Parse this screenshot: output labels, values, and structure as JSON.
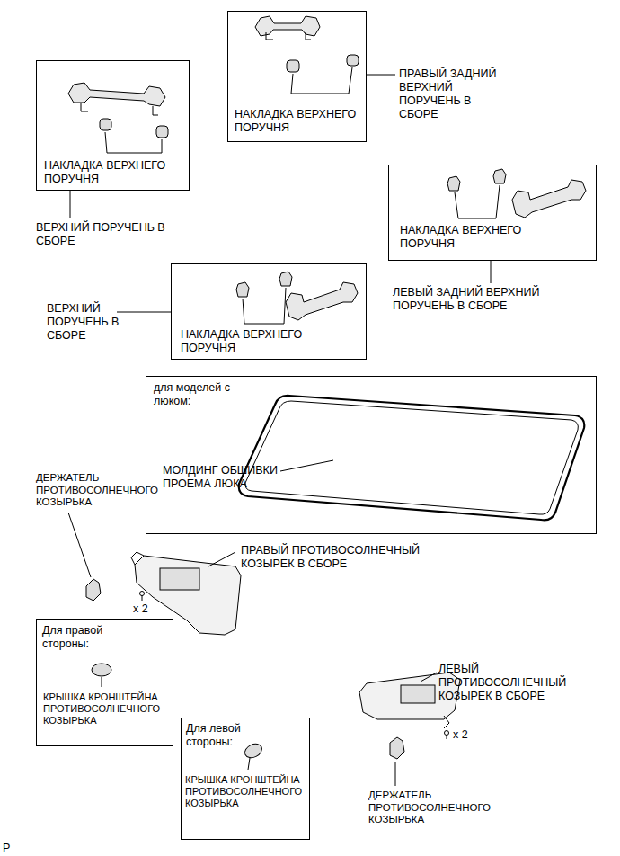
{
  "diagram": {
    "nodes": [
      {
        "text": [
          "НАКЛАДКА ВЕРХНЕГО ПОРУЧНЯ"
        ]
      },
      {
        "text": [
          "НАКЛАДКА ВЕРХНЕГО ПОРУЧНЯ"
        ]
      },
      {
        "text": [
          "НАКЛАДКА ВЕРХНЕГО ПОРУЧНЯ"
        ]
      },
      {
        "text": [
          "НАКЛАДКА ВЕРХНЕГО ПОРУЧНЯ"
        ]
      },
      {
        "text": [
          "для моделей с люком:",
          "МОЛДИНГ ОБШИВКИ ПРОЕМА ЛЮКА"
        ]
      },
      {
        "text": [
          "Для правой стороны:",
          "КРЫШКА КРОНШТЕЙНА ПРОТИВОСОЛНЕЧНОГО КОЗЫРЬКА"
        ]
      },
      {
        "text": [
          "Для левой стороны:",
          "КРЫШКА КРОНШТЕЙНА ПРОТИВОСОЛНЕЧНОГО КОЗЫРЬКА"
        ]
      }
    ],
    "labels": [
      "ПРАВЫЙ ЗАДНИЙ ВЕРХНИЙ ПОРУЧЕНЬ В СБОРЕ",
      "ВЕРХНИЙ ПОРУЧЕНЬ В СБОРЕ",
      "ЛЕВЫЙ ЗАДНИЙ ВЕРХНИЙ ПОРУЧЕНЬ В СБОРЕ",
      "ВЕРХНИЙ ПОРУЧЕНЬ В СБОРЕ",
      "ДЕРЖАТЕЛЬ ПРОТИВОСОЛНЕЧНОГО КОЗЫРЬКА",
      "ПРАВЫЙ ПРОТИВОСОЛНЕЧНЫЙ КОЗЫРЕК В СБОРЕ",
      "x 2",
      "ЛЕВЫЙ ПРОТИВОСОЛНЕЧНЫЙ КОЗЫРЕК В СБОРЕ",
      "x 2",
      "ДЕРЖАТЕЛЬ ПРОТИВОСОЛНЕЧНОГО КОЗЫРЬКА",
      "P"
    ]
  }
}
